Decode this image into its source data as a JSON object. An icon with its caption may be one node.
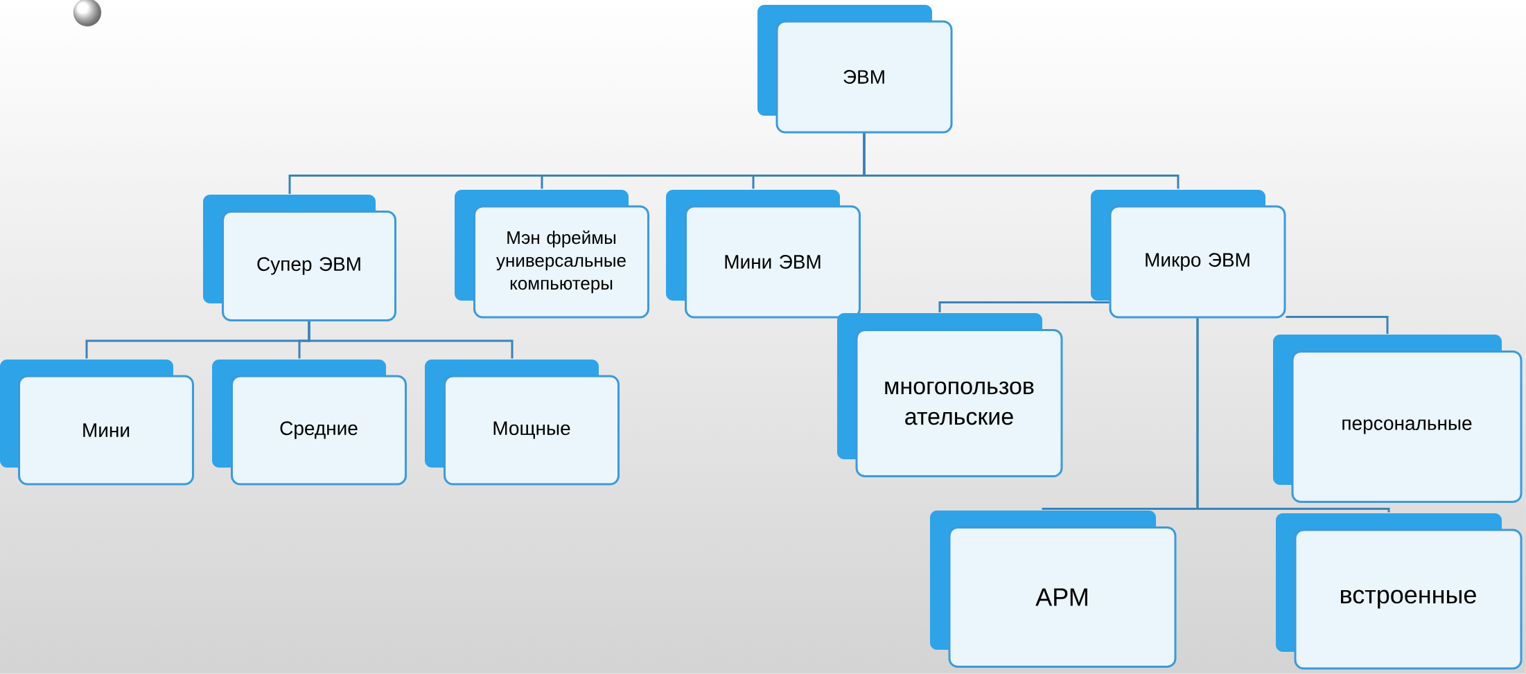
{
  "diagram": {
    "nodes": [
      {
        "text": [
          "ЭВМ"
        ]
      },
      {
        "text": [
          "Супер ЭВМ"
        ]
      },
      {
        "text": [
          "Мэн фреймы универсальные компьютеры"
        ]
      },
      {
        "text": [
          "Мини ЭВМ"
        ]
      },
      {
        "text": [
          "Микро ЭВМ"
        ]
      },
      {
        "text": [
          "Мини"
        ]
      },
      {
        "text": [
          "Средние"
        ]
      },
      {
        "text": [
          "Мощные"
        ]
      },
      {
        "text": [
          "многопользов ательские"
        ]
      },
      {
        "text": [
          "персональные"
        ]
      },
      {
        "text": [
          "АРМ"
        ]
      },
      {
        "text": [
          "встроенные"
        ]
      }
    ],
    "edges": [
      {
        "from": 0,
        "to": 1,
        "arrow": "none"
      },
      {
        "from": 0,
        "to": 2,
        "arrow": "none"
      },
      {
        "from": 0,
        "to": 3,
        "arrow": "none"
      },
      {
        "from": 0,
        "to": 4,
        "arrow": "none"
      },
      {
        "from": 1,
        "to": 5,
        "arrow": "none"
      },
      {
        "from": 1,
        "to": 6,
        "arrow": "none"
      },
      {
        "from": 1,
        "to": 7,
        "arrow": "none"
      },
      {
        "from": 4,
        "to": 8,
        "arrow": "none"
      },
      {
        "from": 4,
        "to": 9,
        "arrow": "none"
      },
      {
        "from": 4,
        "to": 10,
        "arrow": "none"
      },
      {
        "from": 4,
        "to": 11,
        "arrow": "none"
      }
    ]
  }
}
